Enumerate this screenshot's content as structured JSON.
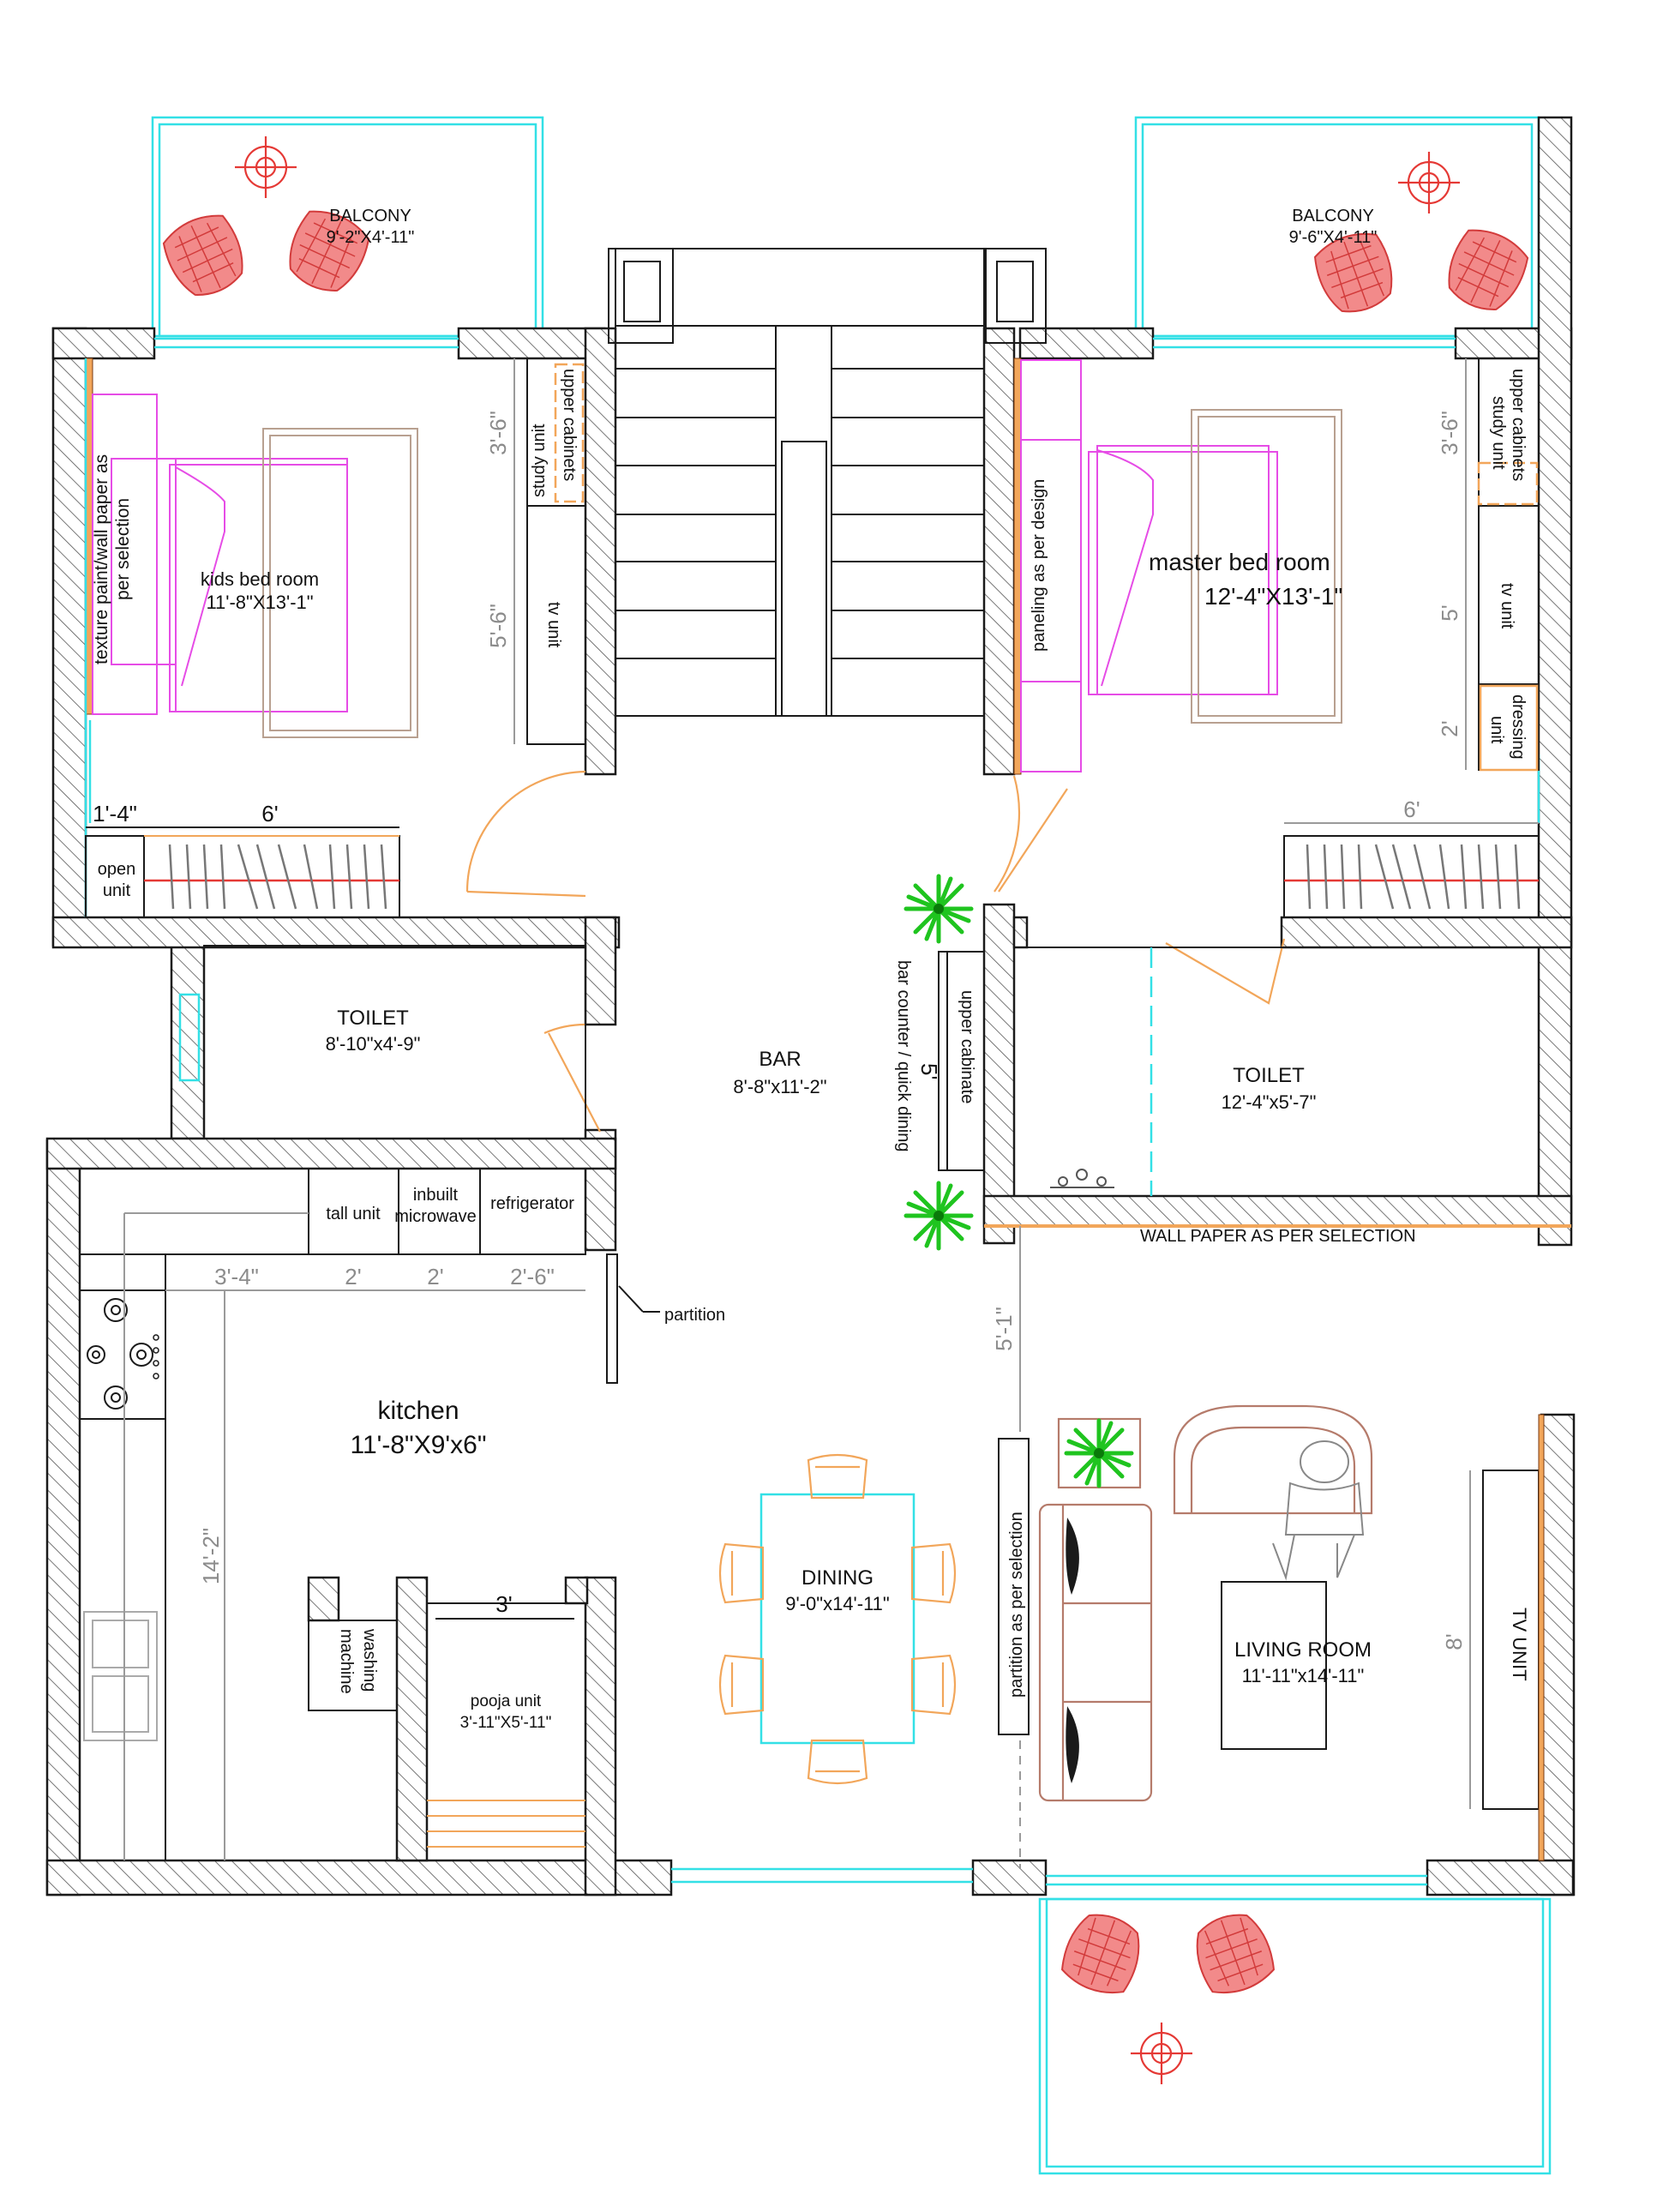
{
  "rooms": {
    "balcony_left": "BALCONY",
    "balcony_left_size": "9'-2\"X4'-11\"",
    "balcony_right": "BALCONY",
    "balcony_right_size": "9'-6\"X4'-11\"",
    "kids_bed": "kids bed room",
    "kids_bed_size": "11'-8\"X13'-1\"",
    "master_bed": "master bed room",
    "master_bed_size": "12'-4\"X13'-1\"",
    "toilet_left": "TOILET",
    "toilet_left_size": "8'-10\"x4'-9\"",
    "toilet_right": "TOILET",
    "toilet_right_size": "12'-4\"x5'-7\"",
    "bar": "BAR",
    "bar_size": "8'-8\"x11'-2\"",
    "kitchen": "kitchen",
    "kitchen_size": "11'-8\"X9'x6\"",
    "dining": "DINING",
    "dining_size": "9'-0\"x14'-11\"",
    "living": "LIVING ROOM",
    "living_size": "11'-11\"x14'-11\"",
    "pooja": "pooja unit",
    "pooja_size": "3'-11\"X5'-11\""
  },
  "labels": {
    "texture_wall_1": "texture paint/wall paper as",
    "texture_wall_2": "per selection",
    "upper_cabinets": "upper cabinets",
    "study_unit": "study unit",
    "tv_unit": "tv unit",
    "open_unit_1": "open",
    "open_unit_2": "unit",
    "paneling": "paneling as per design",
    "dressing_1": "dressing",
    "dressing_2": "unit",
    "bar_counter": "bar counter / quick dining",
    "upper_cabinate": "upper cabinate",
    "wallpaper": "WALL PAPER AS PER SELECTION",
    "tall_unit": "tall unit",
    "inbuilt_1": "inbuilt",
    "inbuilt_2": "microwave",
    "refrigerator": "refrigerator",
    "partition": "partition",
    "washing_1": "washing",
    "washing_2": "machine",
    "partition_selection": "partition as per selection",
    "tv_unit_caps": "TV UNIT"
  },
  "dimensions": {
    "kids_upper": "3'-6\"",
    "kids_tv": "5'-6\"",
    "master_upper": "3'-6\"",
    "master_tv": "5'",
    "master_dressing": "2'",
    "open_w": "1'-4\"",
    "ward_left": "6'",
    "ward_right": "6'",
    "bar_5": "5'",
    "k1": "3'-4\"",
    "k2": "2'",
    "k3": "2'",
    "k4": "2'-6\"",
    "kitchen_len": "14'-2\"",
    "pooja_w": "3'",
    "living_gap": "5'-1\"",
    "tv_len": "8'"
  },
  "colors": {
    "wall": "#1a1a1a",
    "glass": "#33e0e6",
    "furniture_magenta": "#e64ce6",
    "door_orange": "#f2a65a",
    "balcony_red": "#e53935",
    "plant_green": "#1fc41f",
    "dimension_gray": "#8c8c8c"
  }
}
